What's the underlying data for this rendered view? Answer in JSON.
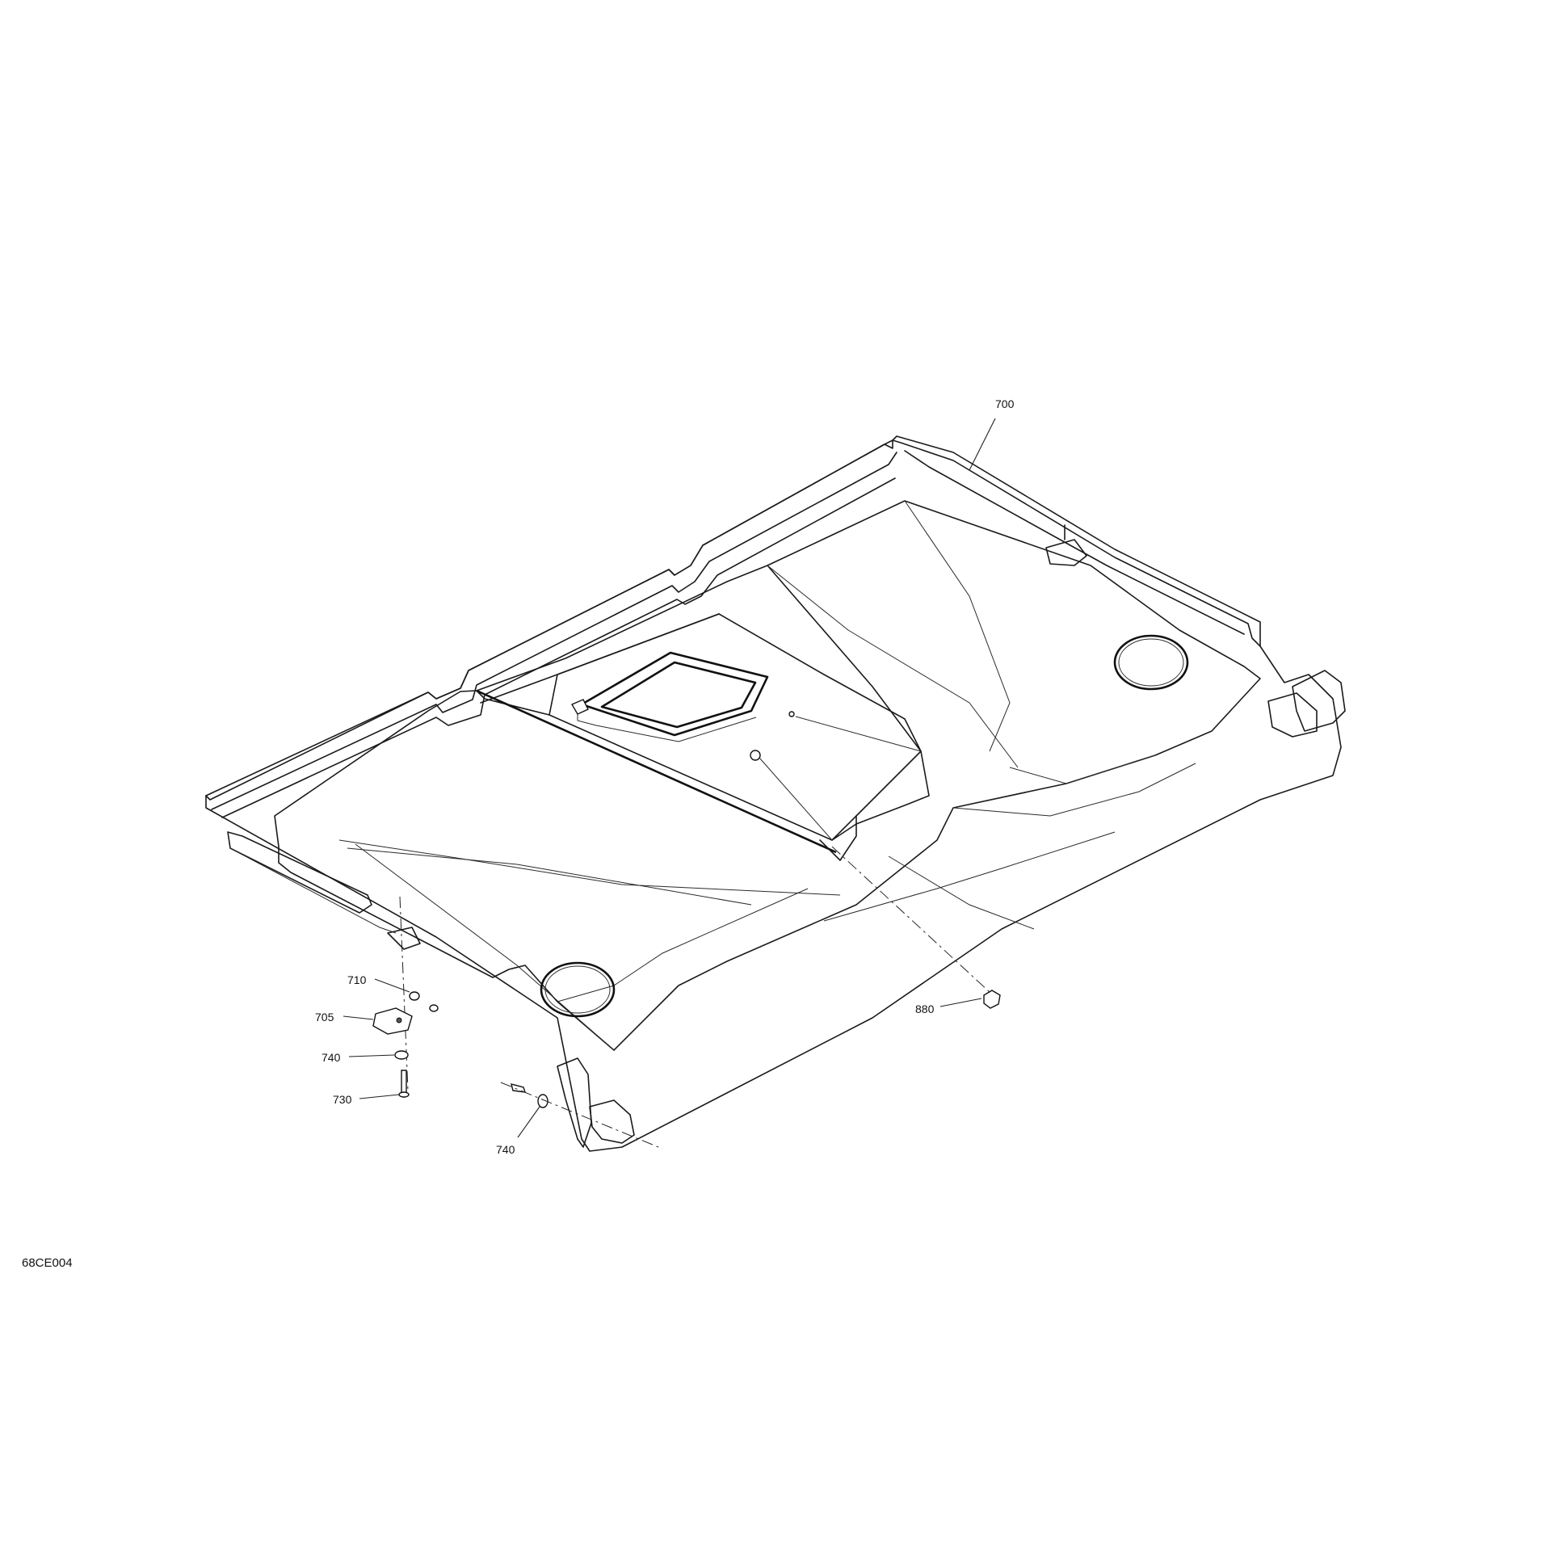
{
  "figure_id": "68CE004",
  "callouts": {
    "roof": "700",
    "bracket": "705",
    "nut_small": "710",
    "screw": "730",
    "washer_left": "740",
    "washer_right": "740",
    "nut_right": "880"
  },
  "colors": {
    "line": "#1a1a1a",
    "background": "#ffffff"
  }
}
